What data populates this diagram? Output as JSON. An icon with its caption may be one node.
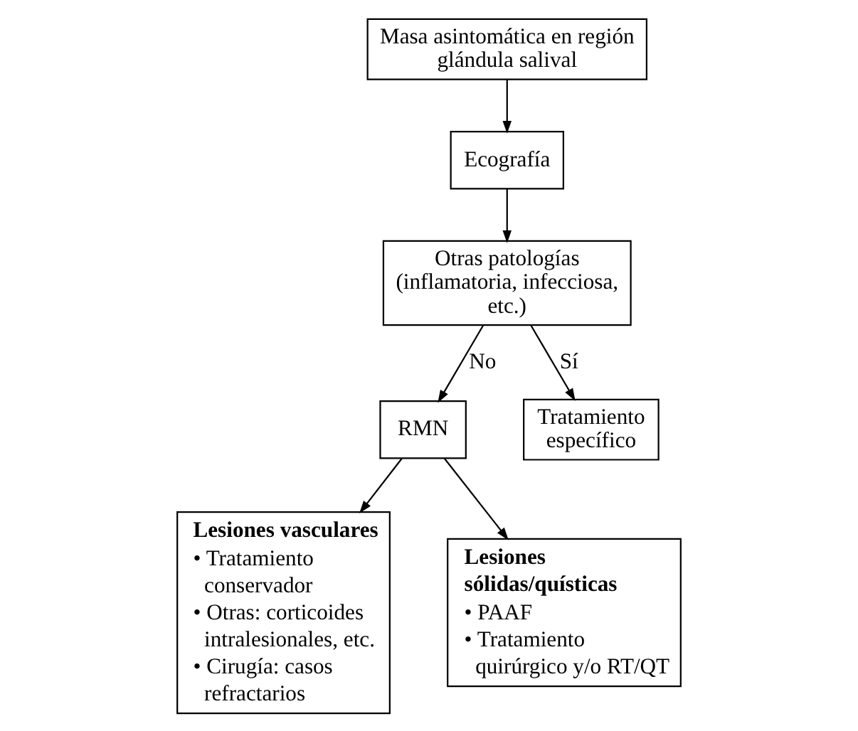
{
  "diagram": {
    "nodes": [
      {
        "text": [
          "Masa asintomática en región glándula salival"
        ]
      },
      {
        "text": [
          "Ecografía"
        ]
      },
      {
        "text": [
          "Otras patologías (inflamatoria, infecciosa, etc.)"
        ]
      },
      {
        "text": [
          "RMN"
        ]
      },
      {
        "text": [
          "Tratamiento específico"
        ]
      },
      {
        "text": [
          "Lesiones vasculares",
          "• Tratamiento conservador",
          "• Otras: corticoides intralesionales, etc.",
          "• Cirugía: casos refractarios"
        ]
      },
      {
        "text": [
          "Lesiones sólidas/quísticas",
          "• PAAF",
          "• Tratamiento quirúrgico y/o RT/QT"
        ]
      }
    ],
    "edges": [
      {
        "from": 0,
        "to": 1,
        "arrow": "to"
      },
      {
        "from": 1,
        "to": 2,
        "arrow": "to"
      },
      {
        "from": 2,
        "to": 3,
        "arrow": "to",
        "label": "No"
      },
      {
        "from": 2,
        "to": 4,
        "arrow": "to",
        "label": "Sí"
      },
      {
        "from": 3,
        "to": 5,
        "arrow": "to"
      },
      {
        "from": 3,
        "to": 6,
        "arrow": "to"
      }
    ]
  }
}
